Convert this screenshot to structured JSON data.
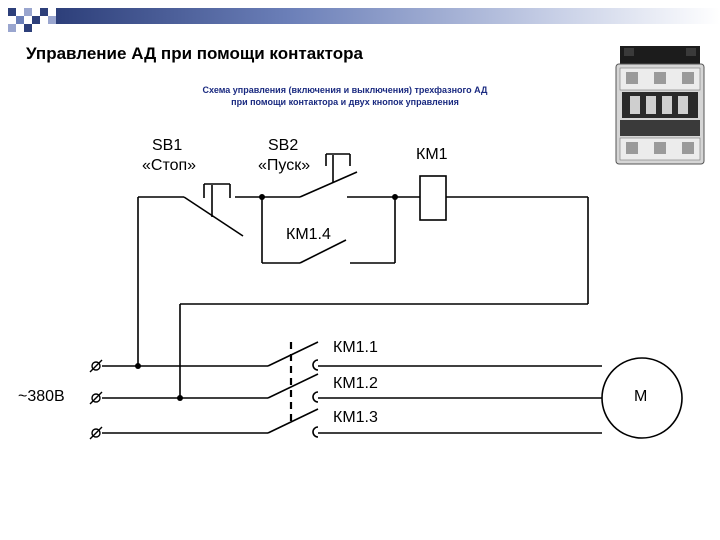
{
  "title": "Управление АД при помощи контактора",
  "subtitle_line1": "Схема управления (включения и выключения) трехфазного АД",
  "subtitle_line2": "при помощи контактора и двух кнопок управления",
  "sb1": {
    "name": "SB1",
    "caption": "«Стоп»"
  },
  "sb2": {
    "name": "SB2",
    "caption": "«Пуск»"
  },
  "km1_coil": "КМ1",
  "km1_4": "КМ1.4",
  "km1_1": "КМ1.1",
  "km1_2": "КМ1.2",
  "km1_3": "КМ1.3",
  "supply": "~380В",
  "motor": "М",
  "colors": {
    "accent": "#2d3f7a",
    "subtitle": "#1a2a80"
  }
}
